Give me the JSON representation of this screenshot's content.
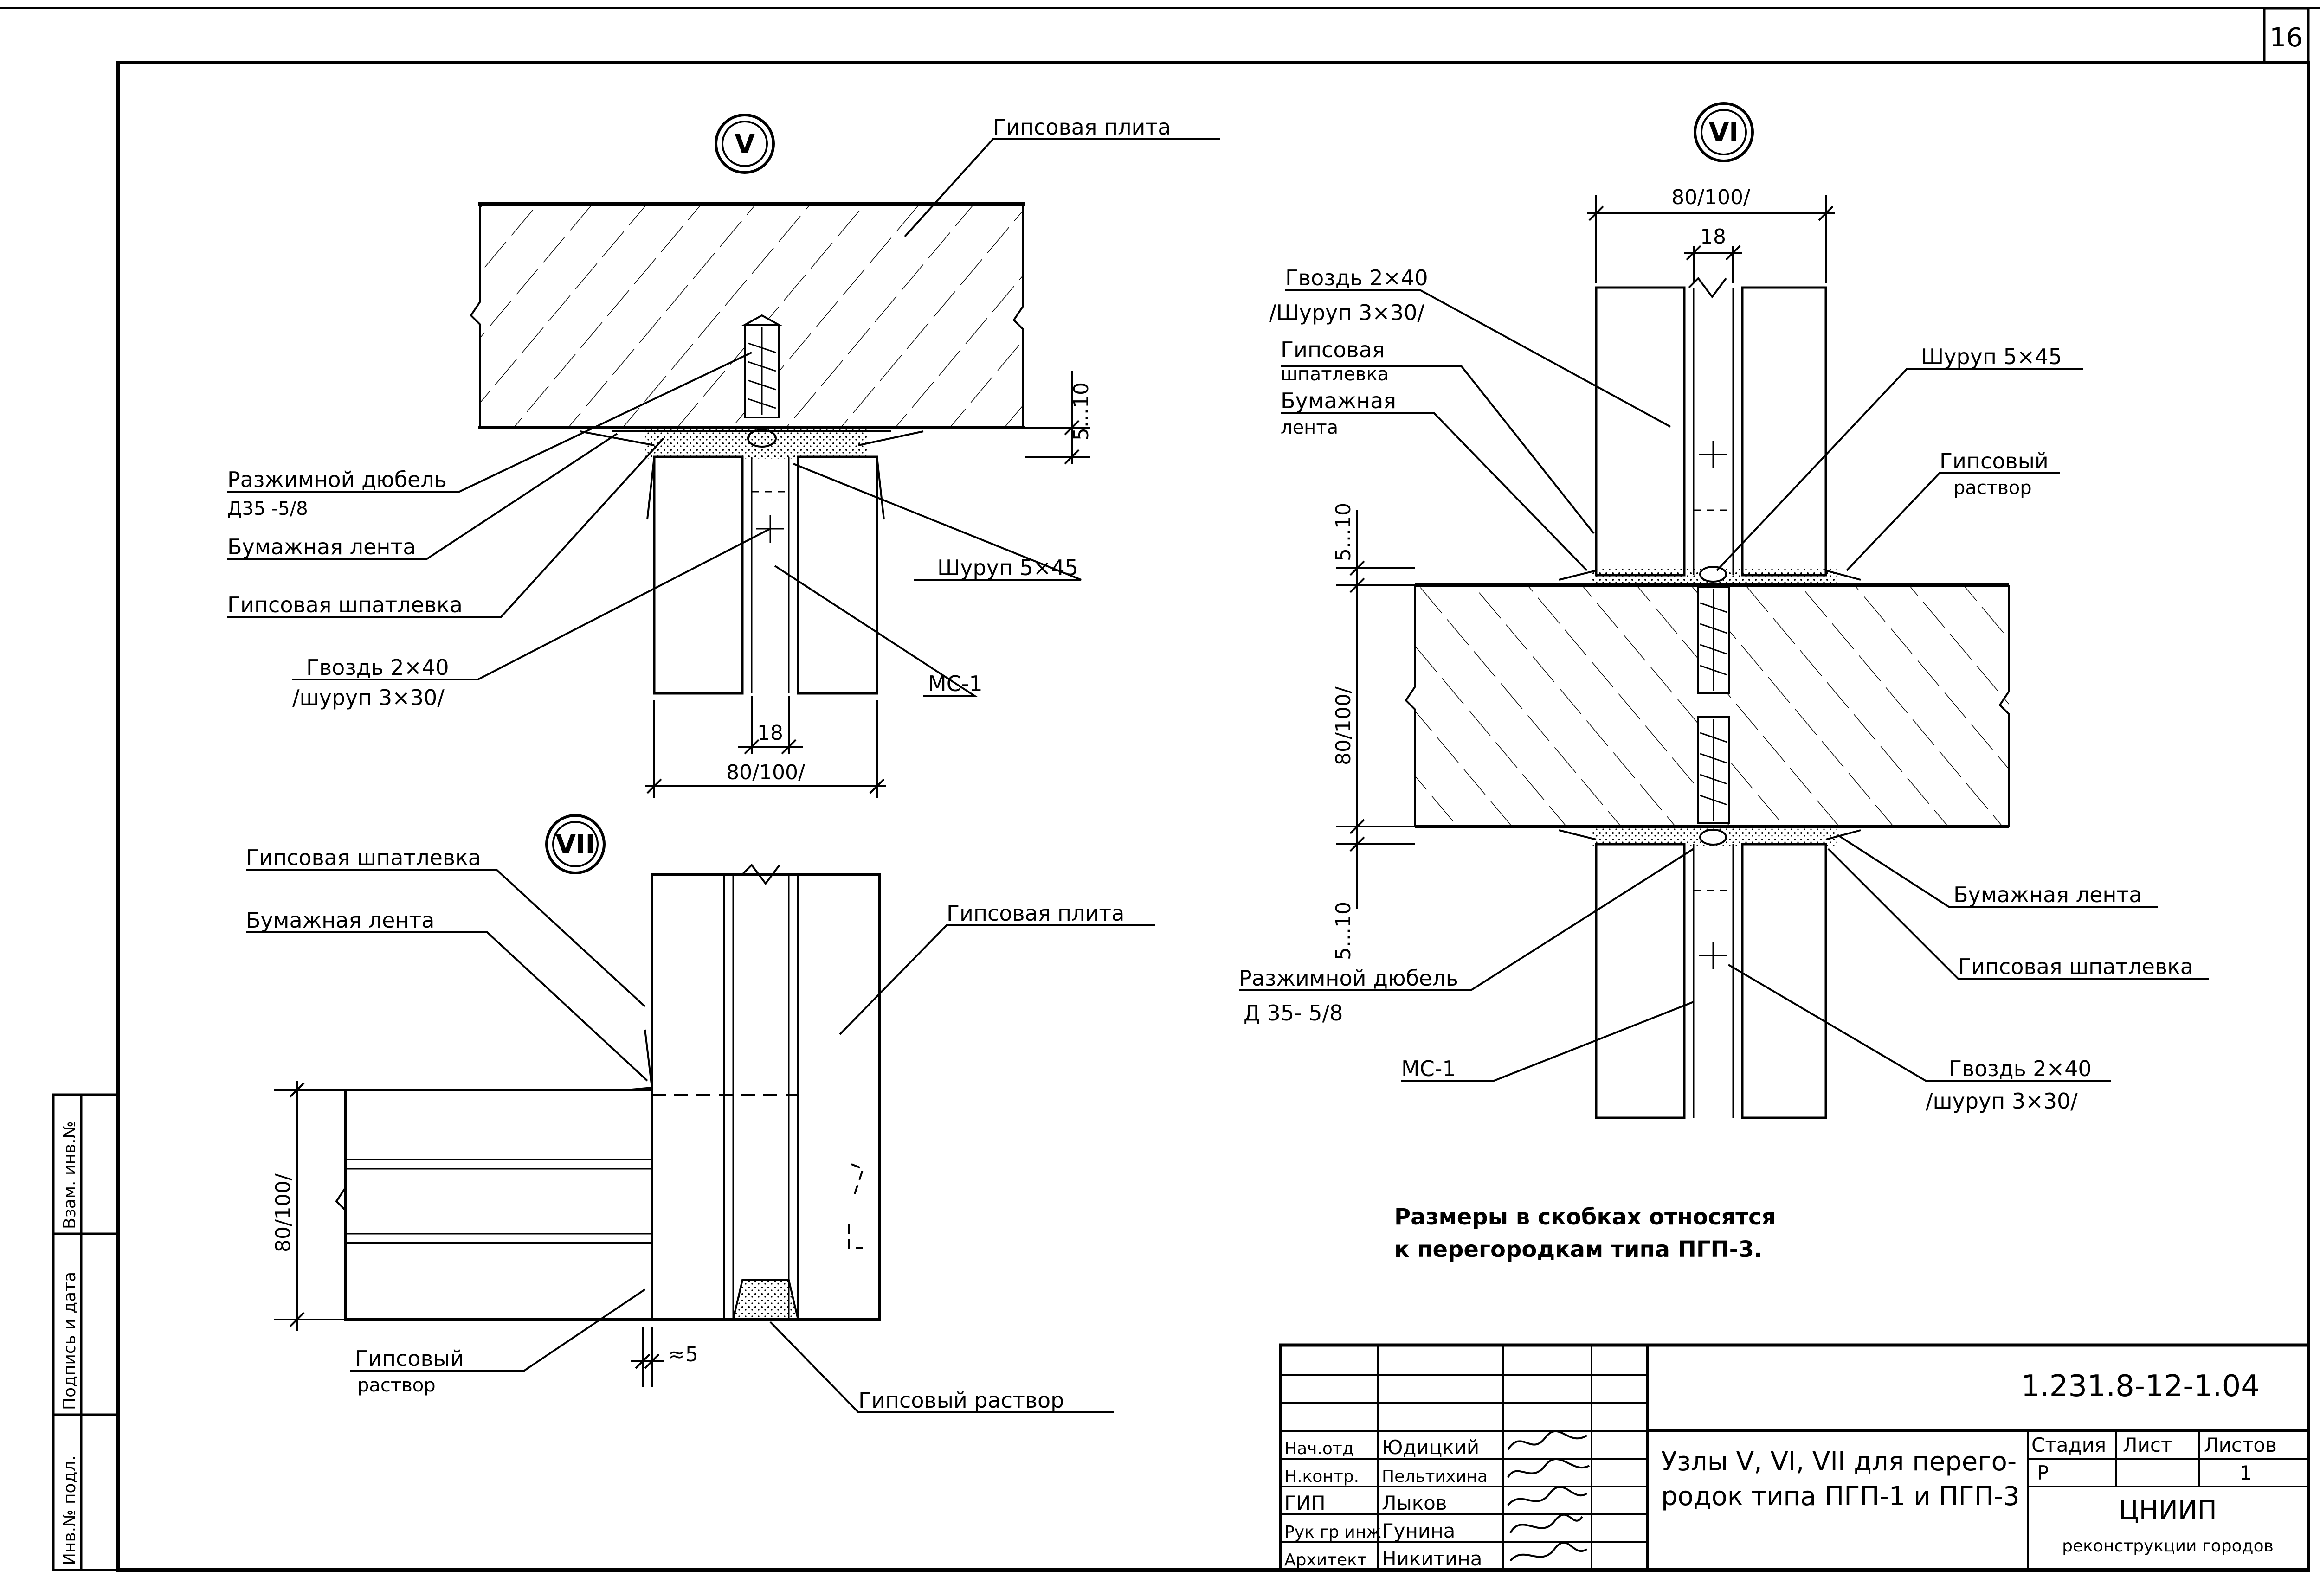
{
  "sheet_number": "16",
  "side_stamp": [
    "Инв.№ подл.",
    "Подпись и дата",
    "Взам. инв.№"
  ],
  "node_v": {
    "mark": "V",
    "labels": {
      "gyp_slab": "Гипсовая плита",
      "dowel_1": "Разжимной дюбель",
      "dowel_2": "Д35 -5/8",
      "paper_tape": "Бумажная лента",
      "putty": "Гипсовая шпатлевка",
      "nail_1": "Гвоздь  2×40",
      "nail_2": "/шуруп 3×30/",
      "screw": "Шуруп 5×45",
      "ms": "МС-1"
    },
    "dims": {
      "gap": "5...10",
      "width": "80/100/",
      "inner": "18"
    }
  },
  "node_vi": {
    "mark": "VI",
    "labels": {
      "nail_1": "Гвоздь 2×40",
      "nail_2": "/Шуруп 3×30/",
      "putty_1": "Гипсовая",
      "putty_2": "шпатлевка",
      "tape_1": "Бумажная",
      "tape_2": "лента",
      "screw": "Шуруп 5×45",
      "mortar_1": "Гипсовый",
      "mortar_2": "раствор",
      "tape_right": "Бумажная лента",
      "putty_right": "Гипсовая шпатлевка",
      "dowel_1": "Разжимной дюбель",
      "dowel_2": "Д 35- 5/8",
      "ms": "МС-1",
      "nail_r1": "Гвоздь 2×40",
      "nail_r2": "/шуруп 3×30/"
    },
    "dims": {
      "width": "80/100/",
      "inner": "18",
      "gap_top": "5...10",
      "thickness": "80/100/",
      "gap_bottom": "5...10"
    }
  },
  "node_vii": {
    "mark": "VII",
    "labels": {
      "putty": "Гипсовая шпатлевка",
      "paper_tape": "Бумажная лента",
      "gyp_slab": "Гипсовая плита",
      "mortar_1": "Гипсовый",
      "mortar_2": "раствор",
      "mortar_bottom": "Гипсовый раствор"
    },
    "dims": {
      "thickness": "80/100/",
      "gap": "≈5"
    }
  },
  "note": [
    "Размеры в скобках относятся",
    "к перегородкам типа ПГП-3."
  ],
  "title_block": {
    "code": "1.231.8-12-1.04",
    "roles": [
      {
        "role": "Нач.отд",
        "name": "Юдицкий"
      },
      {
        "role": "Н.контр.",
        "name": "Пельтихина"
      },
      {
        "role": "ГИП",
        "name": "Лыков"
      },
      {
        "role": "Рук гр инж",
        "name": "Гунина"
      },
      {
        "role": "Архитект",
        "name": "Никитина"
      }
    ],
    "title_line1": "Узлы V, VI, VII для перего-",
    "title_line2": "родок типа ПГП-1 и ПГП-3",
    "stage_header": "Стадия",
    "sheet_header": "Лист",
    "sheets_header": "Листов",
    "stage": "Р",
    "sheet": "",
    "sheets": "1",
    "org_1": "ЦНИИП",
    "org_2": "реконструкции городов"
  }
}
